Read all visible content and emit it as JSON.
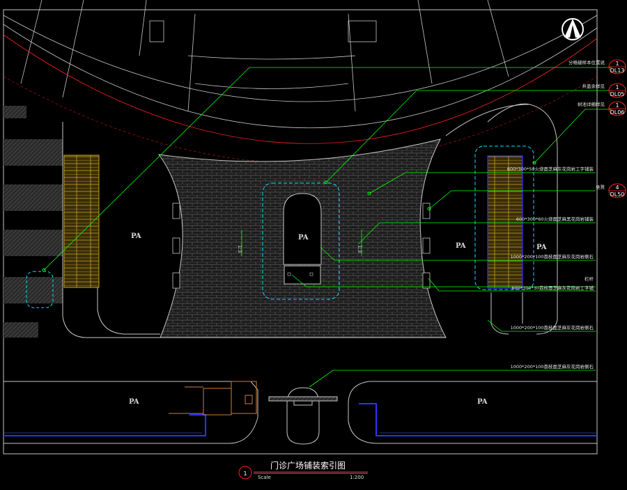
{
  "drawing": {
    "title": "门诊广场铺装索引图",
    "title_ref_number": "1",
    "scale_label": "Scale",
    "scale_value": "1:200"
  },
  "areas": {
    "pa_label": "PA"
  },
  "callouts": [
    {
      "text": "分格缝样本位置说",
      "ref_number": "1",
      "ref_sheet": "DL13"
    },
    {
      "text": "井盖余样见",
      "ref_number": "1",
      "ref_sheet": "DL05"
    },
    {
      "text": "树池详细样见",
      "ref_number": "1",
      "ref_sheet": "DL06"
    },
    {
      "text": "600*300*50火烧面芝麻灰花岗岩工字铺装"
    },
    {
      "text": "坐凳",
      "ref_number": "4",
      "ref_sheet": "DL50"
    },
    {
      "text": "600*300*60火烧面芝麻黑花岗岩铺装"
    },
    {
      "text": "1000*200*100荔枝面芝麻灰花岗岩侧石"
    },
    {
      "text": "栏杆"
    },
    {
      "text": "600*300*30荔枝面芝麻灰花岗岩工字铺"
    },
    {
      "text": "1000*200*100荔枝面芝麻灰花岗岩侧石"
    },
    {
      "text": "1000*200*100荔枝面芝麻灰花岗岩侧石"
    }
  ],
  "dimension_marks": {
    "left": "1:3",
    "right": "1:3"
  },
  "colors": {
    "background": "#000000",
    "linework": "#c8c8c8",
    "leader": "#00ff00",
    "cyan": "#00e5ff",
    "red": "#ff2020",
    "blue": "#3030ff",
    "ochre": "#c8a020",
    "orange": "#d0803a"
  },
  "icons": [
    "north-arrow-icon"
  ]
}
